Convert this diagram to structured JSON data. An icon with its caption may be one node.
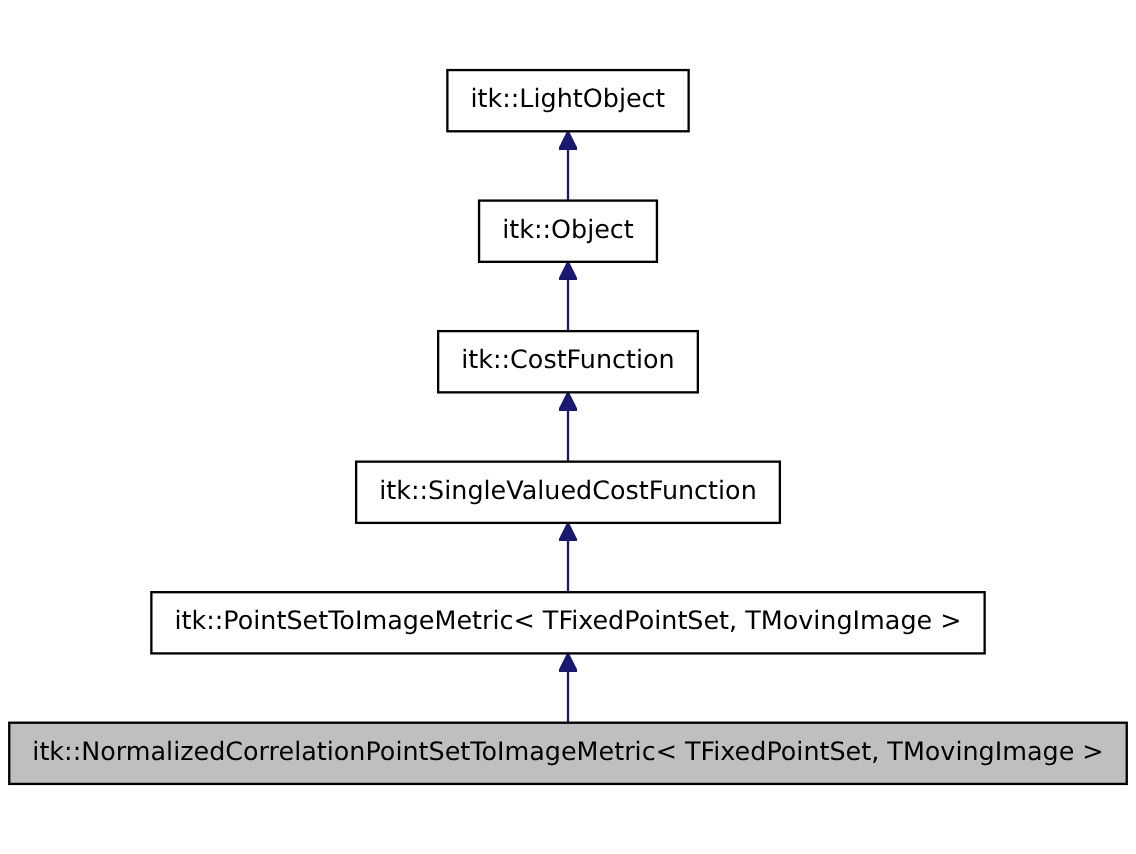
{
  "diagram": {
    "nodes": [
      {
        "text": [
          "itk::LightObject"
        ]
      },
      {
        "text": [
          "itk::Object"
        ]
      },
      {
        "text": [
          "itk::CostFunction"
        ]
      },
      {
        "text": [
          "itk::SingleValuedCostFunction"
        ]
      },
      {
        "text": [
          "itk::PointSetToImageMetric< TFixedPointSet, TMovingImage >"
        ]
      },
      {
        "text": [
          "itk::NormalizedCorrelationPointSetToImageMetric< TFixedPointSet, TMovingImage >"
        ]
      }
    ],
    "edges": [
      {
        "from": 1,
        "to": 0,
        "arrow": "to"
      },
      {
        "from": 2,
        "to": 1,
        "arrow": "to"
      },
      {
        "from": 3,
        "to": 2,
        "arrow": "to"
      },
      {
        "from": 4,
        "to": 3,
        "arrow": "to"
      },
      {
        "from": 5,
        "to": 4,
        "arrow": "to"
      }
    ]
  }
}
